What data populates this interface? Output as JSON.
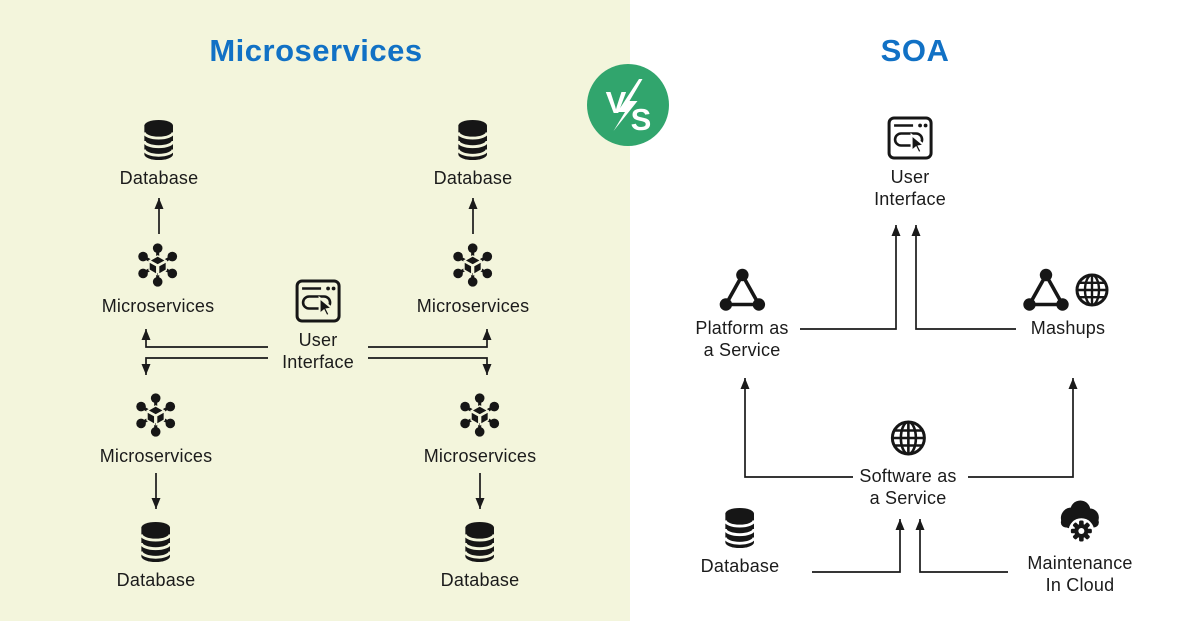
{
  "colors": {
    "panel_bg": "#F3F5DC",
    "title_blue": "#1171C5",
    "vs_green": "#31A56D",
    "ink": "#161616"
  },
  "vs_badge": {
    "letters": [
      "V",
      "S"
    ],
    "separator_icon": "lightning-bolt-icon"
  },
  "left_panel": {
    "title": "Microservices",
    "nodes": [
      {
        "name": "database-top-left",
        "icon": "database-icon",
        "lines": [
          "Database"
        ]
      },
      {
        "name": "database-top-right",
        "icon": "database-icon",
        "lines": [
          "Database"
        ]
      },
      {
        "name": "microservices-top-left",
        "icon": "microservices-icon",
        "lines": [
          "Microservices"
        ]
      },
      {
        "name": "microservices-top-right",
        "icon": "microservices-icon",
        "lines": [
          "Microservices"
        ]
      },
      {
        "name": "user-interface",
        "icon": "browser-icon",
        "lines": [
          "User",
          "Interface"
        ]
      },
      {
        "name": "microservices-bottom-left",
        "icon": "microservices-icon",
        "lines": [
          "Microservices"
        ]
      },
      {
        "name": "microservices-bottom-right",
        "icon": "microservices-icon",
        "lines": [
          "Microservices"
        ]
      },
      {
        "name": "database-bottom-left",
        "icon": "database-icon",
        "lines": [
          "Database"
        ]
      },
      {
        "name": "database-bottom-right",
        "icon": "database-icon",
        "lines": [
          "Database"
        ]
      }
    ],
    "connections": [
      {
        "from": "user-interface",
        "to": "microservices-top-left"
      },
      {
        "from": "user-interface",
        "to": "microservices-bottom-left"
      },
      {
        "from": "user-interface",
        "to": "microservices-top-right"
      },
      {
        "from": "user-interface",
        "to": "microservices-bottom-right"
      },
      {
        "from": "microservices-top-left",
        "to": "database-top-left"
      },
      {
        "from": "microservices-top-right",
        "to": "database-top-right"
      },
      {
        "from": "microservices-bottom-left",
        "to": "database-bottom-left"
      },
      {
        "from": "microservices-bottom-right",
        "to": "database-bottom-right"
      }
    ]
  },
  "right_panel": {
    "title": "SOA",
    "nodes": [
      {
        "name": "user-interface",
        "icon": "browser-icon",
        "lines": [
          "User",
          "Interface"
        ]
      },
      {
        "name": "platform-as-a-service",
        "icon": "triangle-nodes-icon",
        "lines": [
          "Platform as",
          "a Service"
        ]
      },
      {
        "name": "mashups",
        "icon": "triangle-nodes-globe-icon",
        "lines": [
          "Mashups"
        ]
      },
      {
        "name": "software-as-a-service",
        "icon": "globe-icon",
        "lines": [
          "Software as",
          "a Service"
        ]
      },
      {
        "name": "database",
        "icon": "database-icon",
        "lines": [
          "Database"
        ]
      },
      {
        "name": "maintenance-in-cloud",
        "icon": "cloud-gear-icon",
        "lines": [
          "Maintenance",
          "In Cloud"
        ]
      }
    ],
    "connections": [
      {
        "from": "platform-as-a-service",
        "to": "user-interface"
      },
      {
        "from": "mashups",
        "to": "user-interface"
      },
      {
        "from": "software-as-a-service",
        "to": "platform-as-a-service"
      },
      {
        "from": "software-as-a-service",
        "to": "mashups"
      },
      {
        "from": "database",
        "to": "software-as-a-service"
      },
      {
        "from": "maintenance-in-cloud",
        "to": "software-as-a-service"
      }
    ]
  }
}
